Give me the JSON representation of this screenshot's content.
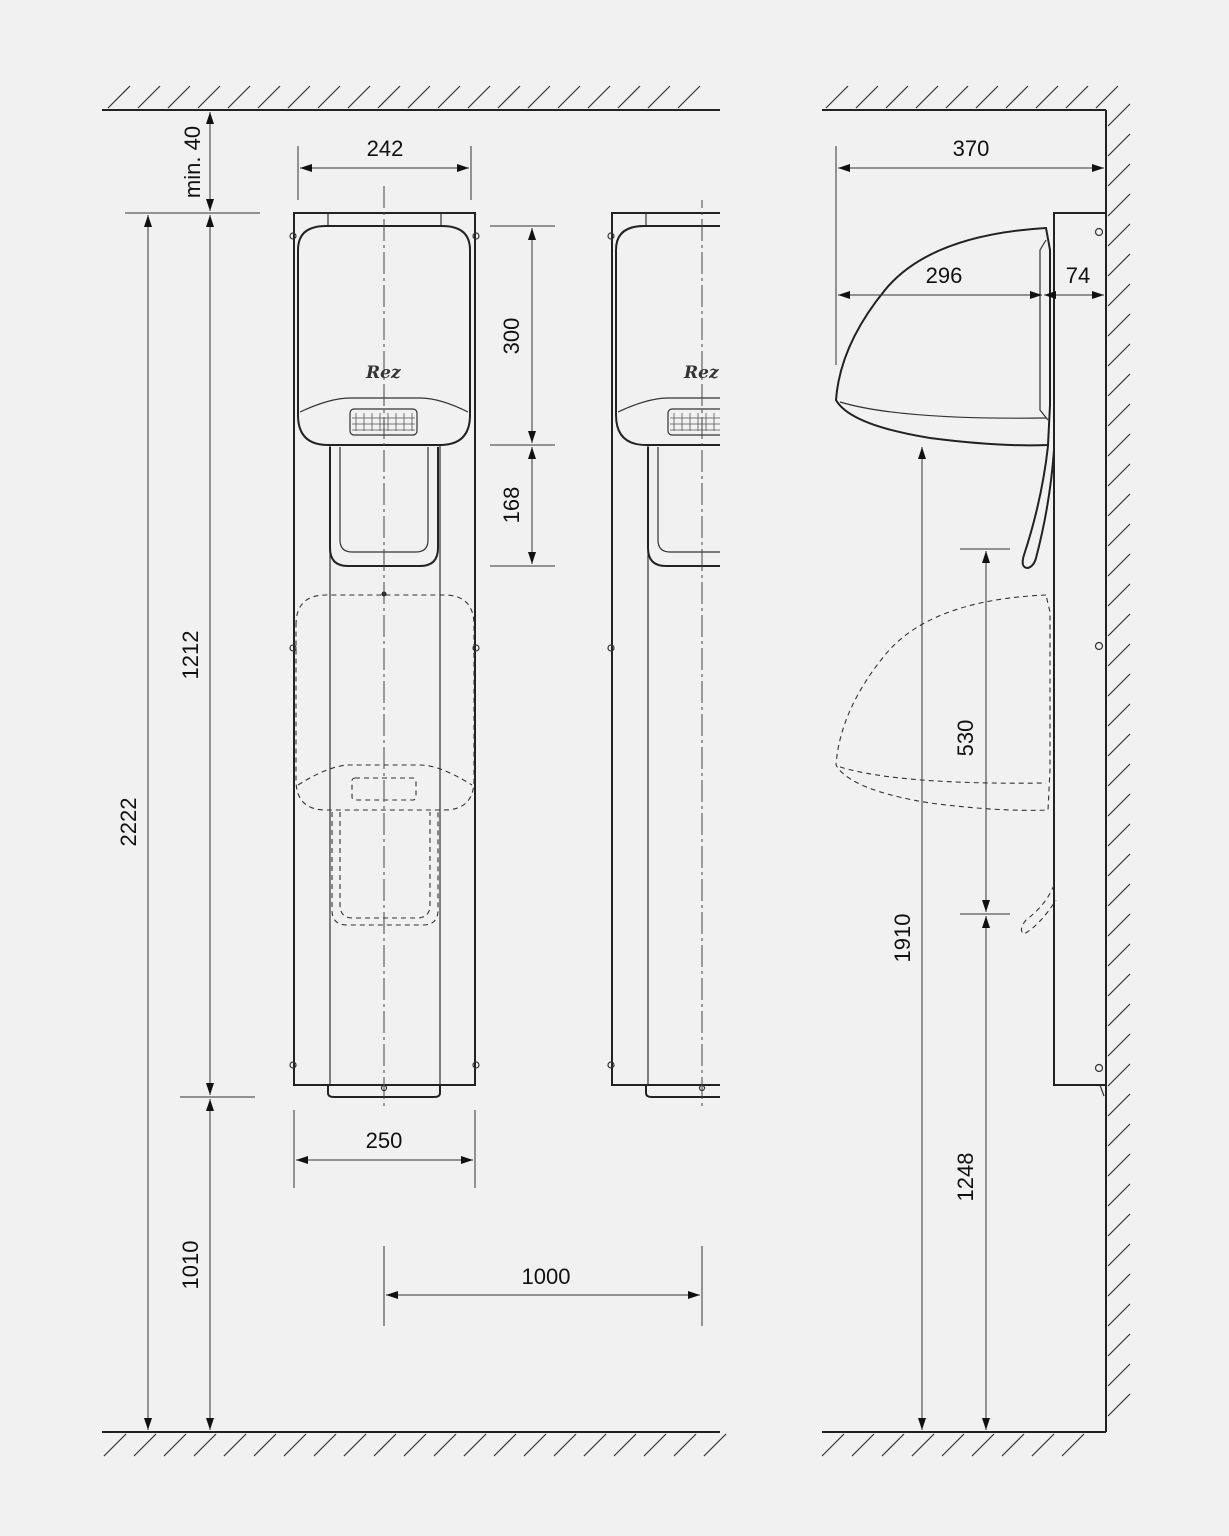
{
  "dimensions": {
    "clearance_top": "min. 40",
    "front_width": "242",
    "dryer_height": "300",
    "tray_height": "168",
    "total_height": "2222",
    "panel_height": "1212",
    "floor_to_panel": "1010",
    "base_width": "250",
    "spacing": "1000",
    "side_depth": "370",
    "dryer_depth": "296",
    "panel_depth": "74",
    "adjust_range": "530",
    "outlet_height": "1910",
    "low_outlet_height": "1248"
  },
  "brand": {
    "logo_text": "Rez"
  },
  "colors": {
    "background": "#f1f1f1",
    "line": "#222222"
  }
}
